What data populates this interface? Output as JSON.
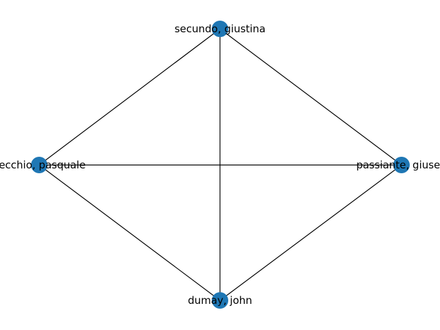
{
  "graph": {
    "node_color": "#1f77b4",
    "edge_color": "#000000",
    "nodes": [
      {
        "id": "secundo",
        "label": "secundo, giustina"
      },
      {
        "id": "vecchio",
        "label": "vecchio, pasquale"
      },
      {
        "id": "passiante",
        "label": "passiante, giusep"
      },
      {
        "id": "dumay",
        "label": "dumay, john"
      }
    ],
    "edges": [
      {
        "source": "secundo",
        "target": "vecchio"
      },
      {
        "source": "secundo",
        "target": "passiante"
      },
      {
        "source": "secundo",
        "target": "dumay"
      },
      {
        "source": "vecchio",
        "target": "passiante"
      },
      {
        "source": "vecchio",
        "target": "dumay"
      },
      {
        "source": "passiante",
        "target": "dumay"
      }
    ]
  }
}
